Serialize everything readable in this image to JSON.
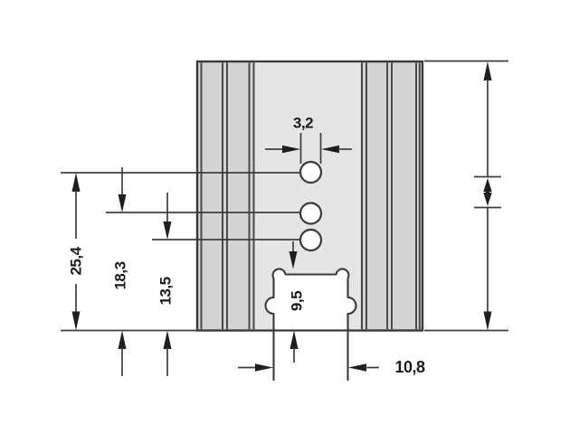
{
  "drawing": {
    "kind_note": "dimensioned heatsink front-view drawing",
    "colors": {
      "background": "#ffffff",
      "line": "#3a3a3a",
      "text": "#1b1b1b",
      "body_fill": "#d4d4d4",
      "center_panel_fill": "#e5e5e5",
      "hole_fill": "#ffffff",
      "cutout_fill": "#ffffff"
    },
    "dimension_labels": {
      "hole_diameter": "3,2",
      "hole1_height": "25,4",
      "hole2_height": "18,3",
      "hole3_height": "13,5",
      "cutout_height": "9,5",
      "cutout_width": "10,8"
    }
  }
}
